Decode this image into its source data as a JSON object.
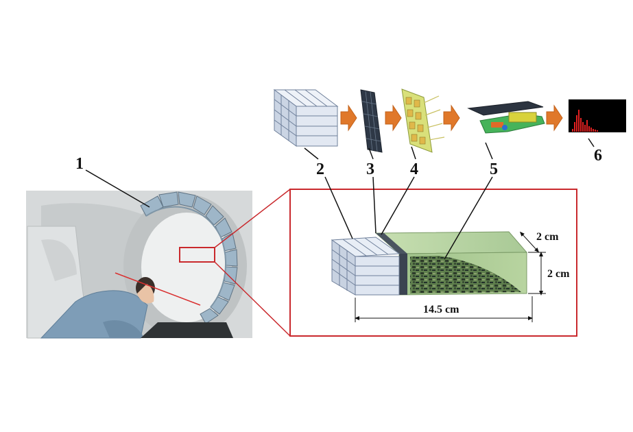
{
  "labels": {
    "scanner": "1",
    "crystal_block": "2",
    "photodetector": "3",
    "readout_board": "4",
    "electronics": "5",
    "spectrum": "6"
  },
  "dimensions": {
    "depth": "2 cm",
    "height": "2 cm",
    "length": "14.5 cm"
  },
  "colors": {
    "ring": "#9eb6c8",
    "arrow": "#e0782a",
    "highlight": "#c9282c",
    "pcb": "#b8d4a0",
    "spectrum": "#e02020"
  }
}
